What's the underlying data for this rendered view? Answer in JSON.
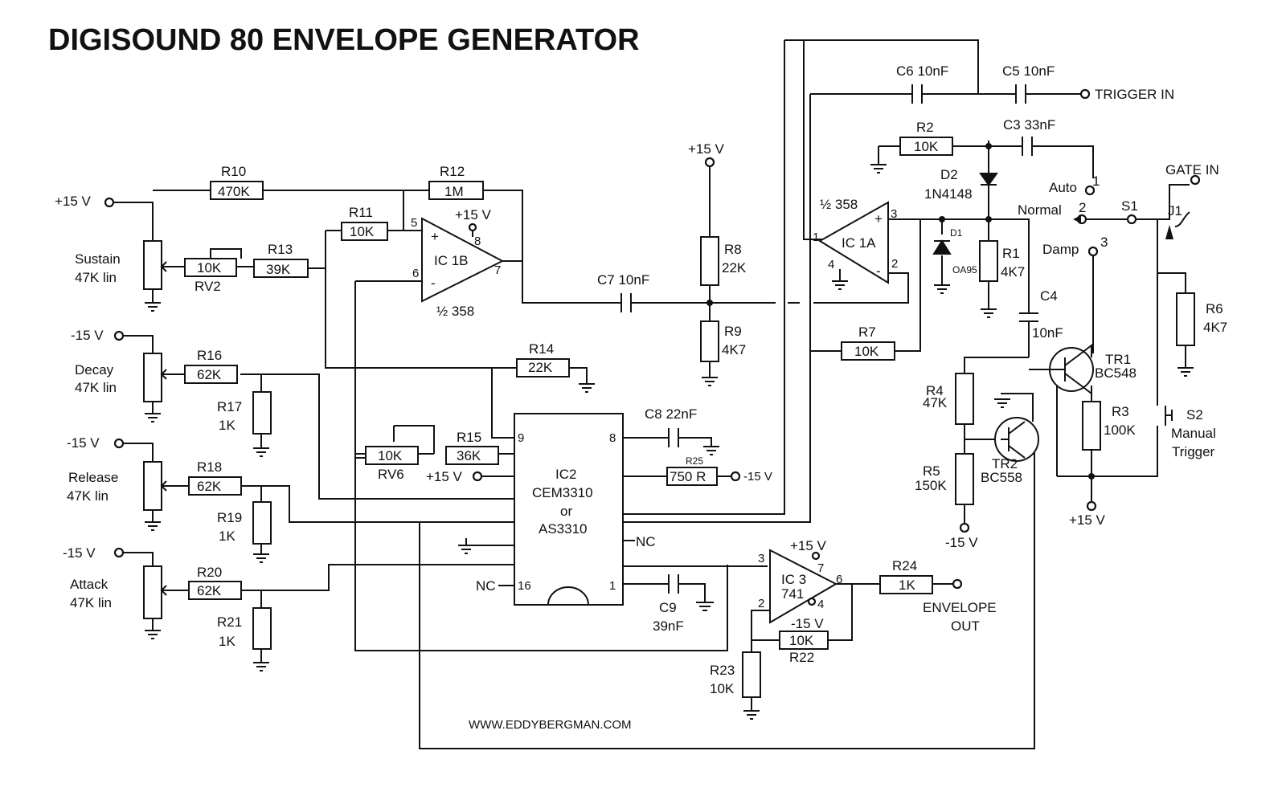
{
  "title": "DIGISOUND 80  ENVELOPE GENERATOR",
  "website": "WWW.EDDYBERGMAN.COM",
  "rails": {
    "pos15": "+15 V",
    "neg15": "-15 V",
    "pos15_top": "+15 V",
    "pos15_ic1b": "+15 V",
    "pos15_r15": "+15 V",
    "neg15_r25": "-15 V",
    "pos15_ic3": "+15 V",
    "neg15_ic3": "-15 V",
    "neg15_r5": "-15 V",
    "pos15_r3": "+15 V"
  },
  "pots": {
    "sustain": [
      "Sustain",
      "47K lin"
    ],
    "decay": [
      "Decay",
      "47K lin"
    ],
    "release": [
      "Release",
      "47K lin"
    ],
    "attack": [
      "Attack",
      "47K lin"
    ]
  },
  "resistors": {
    "r10": [
      "R10",
      "470K"
    ],
    "r12": [
      "R12",
      "1M"
    ],
    "r11": [
      "R11",
      "10K"
    ],
    "r13": [
      "R13",
      "39K"
    ],
    "rv2": [
      "RV2",
      "10K"
    ],
    "r16": [
      "R16",
      "62K"
    ],
    "r17": [
      "R17",
      "1K"
    ],
    "r18": [
      "R18",
      "62K"
    ],
    "r19": [
      "R19",
      "1K"
    ],
    "r20": [
      "R20",
      "62K"
    ],
    "r21": [
      "R21",
      "1K"
    ],
    "r14": [
      "R14",
      "22K"
    ],
    "rv6": [
      "RV6",
      "10K"
    ],
    "r15": [
      "R15",
      "36K"
    ],
    "r8": [
      "R8",
      "22K"
    ],
    "r9": [
      "R9",
      "4K7"
    ],
    "r25": [
      "R25",
      "750 R"
    ],
    "r2": [
      "R2",
      "10K"
    ],
    "r1": [
      "R1",
      "4K7"
    ],
    "r7": [
      "R7",
      "10K"
    ],
    "r6": [
      "R6",
      "4K7"
    ],
    "r4": [
      "R4",
      "47K"
    ],
    "r5": [
      "R5",
      "150K"
    ],
    "r3": [
      "R3",
      "100K"
    ],
    "r24": [
      "R24",
      "1K"
    ],
    "r22": [
      "R22",
      "10K"
    ],
    "r23": [
      "R23",
      "10K"
    ]
  },
  "capacitors": {
    "c7": "C7 10nF",
    "c6": "C6 10nF",
    "c5": "C5 10nF",
    "c3": "C3 33nF",
    "c8": "C8 22nF",
    "c9": [
      "C9",
      "39nF"
    ],
    "c4": [
      "C4",
      "10nF"
    ]
  },
  "ics": {
    "ic1b": {
      "name": "IC 1B",
      "part": "½ 358",
      "pins": [
        "5",
        "6",
        "7",
        "8"
      ]
    },
    "ic1a": {
      "name": "IC 1A",
      "part": "½ 358",
      "pins": [
        "1",
        "2",
        "3",
        "4"
      ]
    },
    "ic2": {
      "name": "IC2",
      "part": "CEM3310",
      "or": "or",
      "alt": "AS3310",
      "pins": [
        "9",
        "8",
        "16",
        "1"
      ],
      "nc": "NC"
    },
    "ic3": {
      "name": "IC 3",
      "part": "741",
      "pins": [
        "3",
        "2",
        "6",
        "7",
        "4"
      ]
    }
  },
  "diodes": {
    "d2": [
      "D2",
      "1N4148"
    ],
    "d1": [
      "D1",
      "OA95"
    ]
  },
  "transistors": {
    "tr1": [
      "TR1",
      "BC548"
    ],
    "tr2": [
      "TR2",
      "BC558"
    ]
  },
  "io": {
    "trigger_in": "TRIGGER IN",
    "gate_in": "GATE IN",
    "envelope_out": [
      "ENVELOPE",
      "OUT"
    ],
    "j1": "J1"
  },
  "switch": {
    "s1": "S1",
    "auto": "Auto",
    "normal": "Normal",
    "damp": "Damp",
    "pos1": "1",
    "pos2": "2",
    "pos3": "3",
    "s2": [
      "S2",
      "Manual",
      "Trigger"
    ]
  }
}
